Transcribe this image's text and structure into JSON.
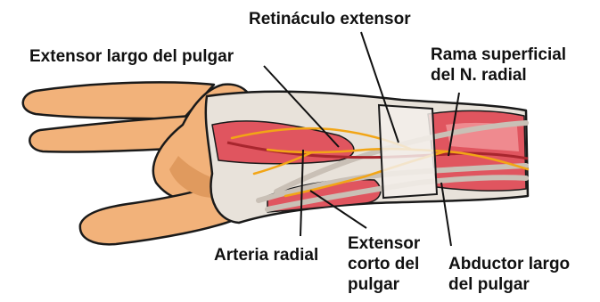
{
  "labels": {
    "retinaculo": "Retináculo extensor",
    "extensor_largo": "Extensor largo del pulgar",
    "rama_line1": "Rama superficial",
    "rama_line2": "del N. radial",
    "arteria": "Arteria radial",
    "corto_line1": "Extensor",
    "corto_line2": "corto del",
    "corto_line3": "pulgar",
    "abductor_line1": "Abductor largo",
    "abductor_line2": "del pulgar"
  },
  "colors": {
    "skin": "#f2b27a",
    "skin_shadow": "#e09a5e",
    "muscle": "#e0555f",
    "muscle_light": "#ef8a8f",
    "tendon": "#e8e2da",
    "tendon_shadow": "#c9c0b6",
    "nerve": "#f2a516",
    "artery": "#a8262e",
    "outline": "#1a1a1a"
  }
}
